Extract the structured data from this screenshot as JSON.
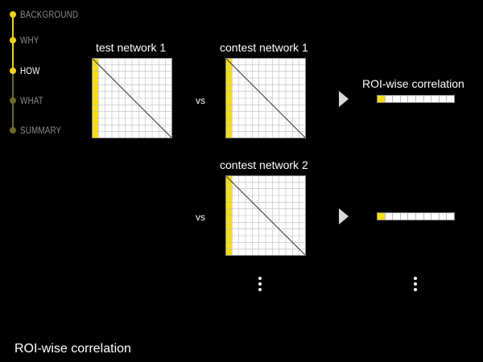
{
  "navigation": {
    "items": [
      {
        "label": "BACKGROUND",
        "state": "done"
      },
      {
        "label": "WHY",
        "state": "done"
      },
      {
        "label": "HOW",
        "state": "current"
      },
      {
        "label": "WHAT",
        "state": "upcoming"
      },
      {
        "label": "SUMMARY",
        "state": "upcoming"
      }
    ],
    "colors": {
      "done": "#f2d21a",
      "current": "#f2d21a",
      "upcoming": "#6e6a2a",
      "label_done": "#8c8c8c",
      "label_current": "#ffffff",
      "label_upcoming": "#8c8c8c"
    }
  },
  "diagram": {
    "test_network_title": "test network 1",
    "contest_network_1_title": "contest network 1",
    "contest_network_2_title": "contest network 2",
    "vs_label": "vs",
    "result_title": "ROI-wise correlation",
    "grid_size": 12,
    "highlight_color": "#f5de17",
    "correlation_bar": {
      "cells": 10,
      "highlighted_cells": 1
    }
  },
  "footer": {
    "caption": "ROI-wise correlation"
  }
}
